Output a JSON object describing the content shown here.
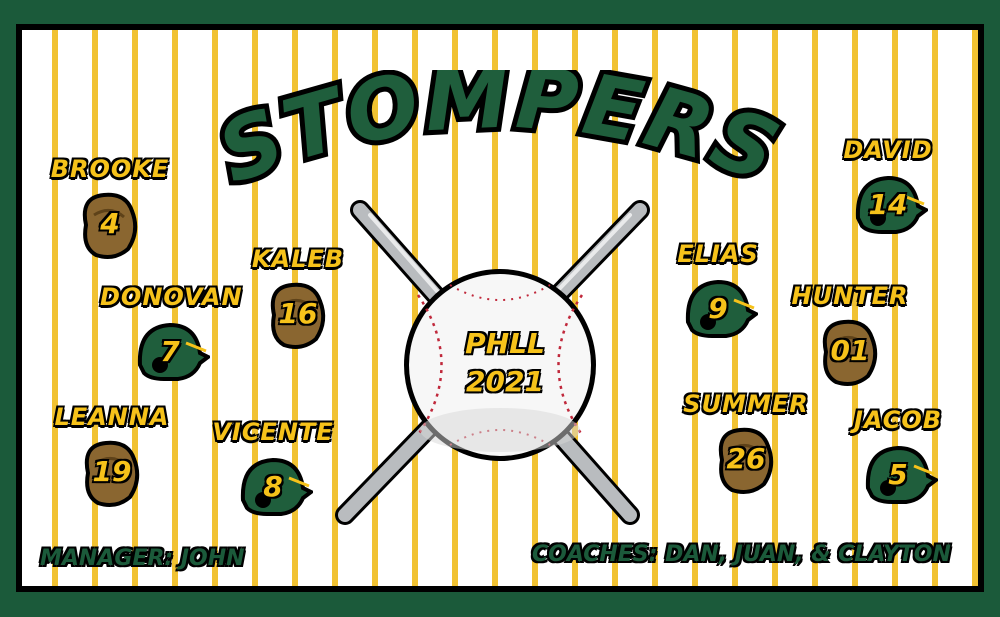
{
  "team": {
    "name": "STOMPERS"
  },
  "ball": {
    "line1": "PHLL",
    "line2": "2021"
  },
  "players": [
    {
      "name": "BROOKE",
      "number": "4",
      "gear": "glove-icon"
    },
    {
      "name": "DONOVAN",
      "number": "7",
      "gear": "helmet-icon"
    },
    {
      "name": "LEANNA",
      "number": "19",
      "gear": "glove-icon"
    },
    {
      "name": "KALEB",
      "number": "16",
      "gear": "glove-icon"
    },
    {
      "name": "VICENTE",
      "number": "8",
      "gear": "helmet-icon"
    },
    {
      "name": "DAVID",
      "number": "14",
      "gear": "helmet-icon"
    },
    {
      "name": "ELIAS",
      "number": "9",
      "gear": "helmet-icon"
    },
    {
      "name": "HUNTER",
      "number": "01",
      "gear": "glove-icon"
    },
    {
      "name": "SUMMER",
      "number": "26",
      "gear": "glove-icon"
    },
    {
      "name": "JACOB",
      "number": "5",
      "gear": "helmet-icon"
    }
  ],
  "footer": {
    "manager": "MANAGER: JOHN",
    "coaches": "COACHES: DAN, JUAN, & CLAYTON"
  },
  "colors": {
    "border_green": "#1b5a3a",
    "pinstripe_gold": "#f1c232",
    "text_gold": "#f6c21a",
    "team_green": "#1f5e3c"
  }
}
